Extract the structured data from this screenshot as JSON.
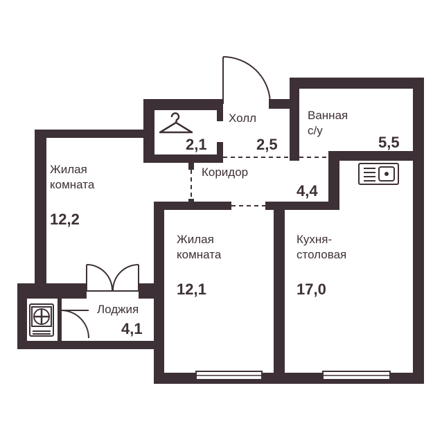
{
  "colors": {
    "wall": "#3d3036",
    "floor": "#ffffff",
    "line": "#3d3036"
  },
  "rooms": {
    "living1": {
      "name": "Жилая\nкомната",
      "area": "12,2"
    },
    "living2": {
      "name": "Жилая\nкомната",
      "area": "12,1"
    },
    "kitchen": {
      "name": "Кухня-\nстоловая",
      "area": "17,0"
    },
    "bathroom": {
      "name": "Ванная\nс/у",
      "area": "5,5"
    },
    "hall": {
      "name": "Холл",
      "area": "2,5"
    },
    "wardrobe": {
      "area": "2,1"
    },
    "corridor": {
      "name": "Коридор",
      "area": "4,4"
    },
    "loggia": {
      "name": "Лоджия",
      "area": "4,1"
    }
  },
  "icons": [
    "hanger-icon",
    "sink-icon",
    "ac-unit-icon",
    "entrance-door-icon",
    "balcony-door-icon",
    "loggia-door-icon"
  ]
}
